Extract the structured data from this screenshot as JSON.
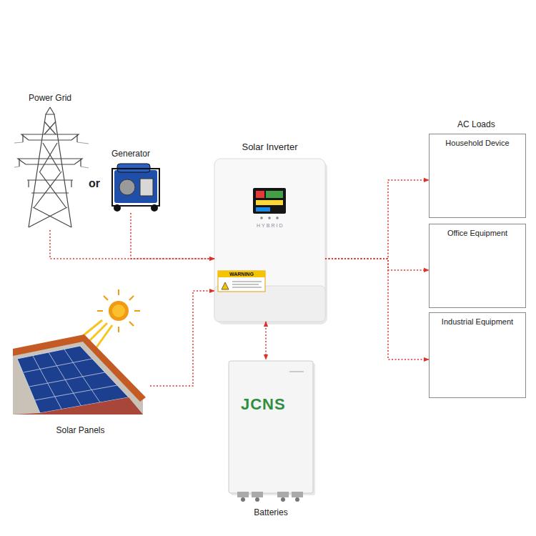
{
  "diagram": {
    "nodes": [
      {
        "text": [
          "Power Grid"
        ]
      },
      {
        "text": [
          "Generator"
        ]
      },
      {
        "text": [
          "Solar Inverter"
        ]
      },
      {
        "text": [
          "Household Device"
        ]
      },
      {
        "text": [
          "Office Equipment"
        ]
      },
      {
        "text": [
          "Industrial Equipment"
        ]
      },
      {
        "text": [
          "Solar Panels"
        ]
      },
      {
        "text": [
          "Batteries"
        ]
      }
    ],
    "edges": [
      {
        "from": 0,
        "to": 2,
        "arrow": "to"
      },
      {
        "from": 1,
        "to": 2,
        "arrow": "to"
      },
      {
        "from": 6,
        "to": 2,
        "arrow": "to"
      },
      {
        "from": 2,
        "to": 7,
        "arrow": "both"
      },
      {
        "from": 2,
        "to": 3,
        "arrow": "to"
      },
      {
        "from": 2,
        "to": 4,
        "arrow": "to"
      },
      {
        "from": 2,
        "to": 5,
        "arrow": "to"
      }
    ],
    "labels": [
      "or",
      "AC Loads",
      "HYBRID",
      "WARNING",
      "JCNS"
    ]
  }
}
